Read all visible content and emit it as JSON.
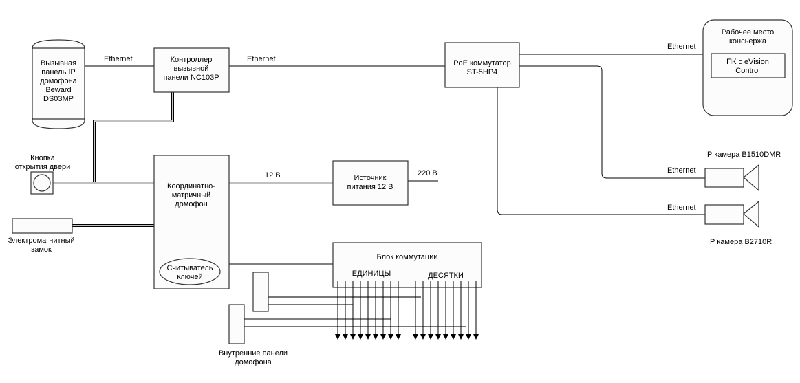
{
  "diagram": {
    "call_panel": {
      "lines": [
        "Вызывная",
        "панель IP",
        "домофона",
        "Beward",
        "DS03MP"
      ]
    },
    "controller": {
      "lines": [
        "Контроллер",
        "вызывной",
        "панели NC103P"
      ]
    },
    "poe_switch": {
      "lines": [
        "PoE коммутатор",
        "ST-5HP4"
      ]
    },
    "concierge": {
      "lines": [
        "Рабочее место",
        "консьержа"
      ],
      "pc": {
        "lines": [
          "ПК с eVision",
          "Control"
        ]
      }
    },
    "camera1": {
      "label": "IP камера B1510DMR"
    },
    "camera2": {
      "label": "IP камера B2710R"
    },
    "door_button": {
      "lines": [
        "Кнопка",
        "открытия двери"
      ]
    },
    "em_lock": {
      "lines": [
        "Электромагнитный",
        "замок"
      ]
    },
    "main_intercom": {
      "lines": [
        "Координатно-",
        "матричный",
        "домофон"
      ],
      "key_reader": {
        "lines": [
          "Считыватель",
          "ключей"
        ]
      }
    },
    "power_supply": {
      "lines": [
        "Источник",
        "питания 12 В"
      ]
    },
    "switch_block": {
      "title": "Блок коммутации",
      "units_label": "ЕДИНИЦЫ",
      "tens_label": "ДЕСЯТКИ",
      "units_outputs": 9,
      "tens_outputs": 9
    },
    "inner_panels": {
      "lines": [
        "Внутренние панели",
        "домофона"
      ]
    },
    "links": {
      "ethernet_panel_controller": "Ethernet",
      "ethernet_controller_switch": "Ethernet",
      "ethernet_switch_concierge": "Ethernet",
      "ethernet_camera1": "Ethernet",
      "ethernet_camera2": "Ethernet",
      "power_12v": "12 В",
      "power_220v": "220 В"
    }
  }
}
